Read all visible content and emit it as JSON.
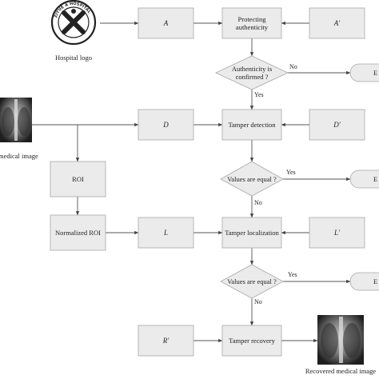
{
  "nodes": {
    "logo_label": "Hospital logo",
    "A": "A",
    "protect_line1": "Protecting",
    "protect_line2": "authenticity",
    "A_prime": "A′",
    "auth_line1": "Authenticity is",
    "auth_line2": "confirmed ?",
    "medical_image_label": "medical image",
    "D": "D",
    "tamper_detection": "Tamper detection",
    "D_prime": "D′",
    "roi": "ROI",
    "values_equal_1": "Values are equal ?",
    "normalized_roi": "Normalized ROI",
    "L": "L",
    "tamper_localization": "Tamper localization",
    "L_prime": "L′",
    "values_equal_2": "Values are equal ?",
    "R_prime": "R′",
    "tamper_recovery": "Tamper recovery",
    "recovered_label": "Recovered medical image",
    "end_1": "E",
    "end_2": "E",
    "end_3": "E"
  },
  "edges": {
    "no_1": "No",
    "yes_1": "Yes",
    "yes_2": "Yes",
    "no_2": "No",
    "yes_3": "Yes",
    "no_3": "No"
  },
  "logo": {
    "ring_text": "ZIYUE A HOSPITAL",
    "color": "#222222"
  },
  "colors": {
    "box_fill": "#ebebeb",
    "box_stroke": "#a8a8a8",
    "line": "#555555"
  }
}
